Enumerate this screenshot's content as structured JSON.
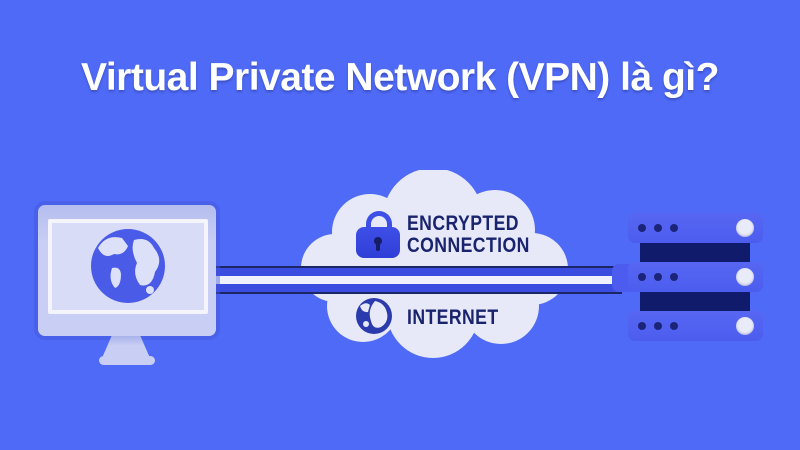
{
  "title": {
    "text": "Virtual Private Network (VPN) là gì?"
  },
  "diagram": {
    "client": {
      "device": "desktop-computer",
      "screen_icon": "globe-icon"
    },
    "tunnel": {
      "encrypted_icon": "lock-icon",
      "encrypted_label": {
        "line1": "ENCRYPTED",
        "line2": "CONNECTION"
      },
      "internet_icon": "globe-icon",
      "internet_label": "INTERNET"
    },
    "server": {
      "units": 3,
      "indicator_dots_per_unit": 3,
      "led_per_unit": 1
    }
  },
  "colors": {
    "background": "#4F6AF6",
    "title_text": "#FFFFFF",
    "cloud": "#E7E9F8",
    "label_navy": "#1A246E",
    "tube_band": "#3B4CE0",
    "tube_edge": "#1B2666",
    "tube_stripe": "#EEF0FC",
    "lock_blue": "#3E4FE8",
    "lock_blue_dark": "#2F3ED6",
    "keyhole_navy": "#141D66",
    "server_body": "#4C5CEE",
    "server_body_light": "#5767F3",
    "server_connector": "#111B6B",
    "server_dot": "#1B2478",
    "server_led": "#E9EBF9",
    "monitor_frame": "#C9CFF4",
    "monitor_frame_dark": "#B4BDEF",
    "monitor_screen": "#D8DCF7",
    "monitor_inner_border": "#F3F4FC",
    "globe_ocean": "#4A5BE8",
    "globe_land": "#DCE0F8",
    "internet_globe": "#2B3AAC"
  }
}
